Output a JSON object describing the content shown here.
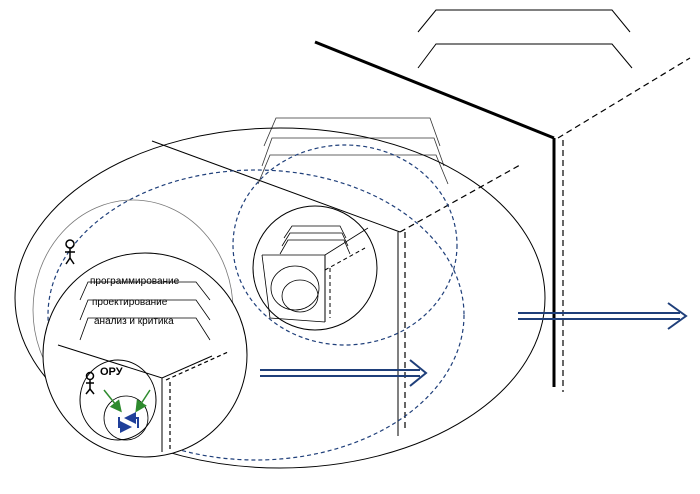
{
  "labels": {
    "programming": "программирование",
    "designing": "проектирование",
    "analysis": "анализ и критика",
    "oru": "ОРУ"
  },
  "colors": {
    "ink": "#000000",
    "dash_blue": "#1f3f7a",
    "arrow_blue": "#1f3f7a",
    "arrow_green": "#2e8b2e",
    "cycle_blue": "#1f3f9a"
  },
  "icons": {
    "person": "person-icon",
    "cycle": "cycle-icon"
  }
}
